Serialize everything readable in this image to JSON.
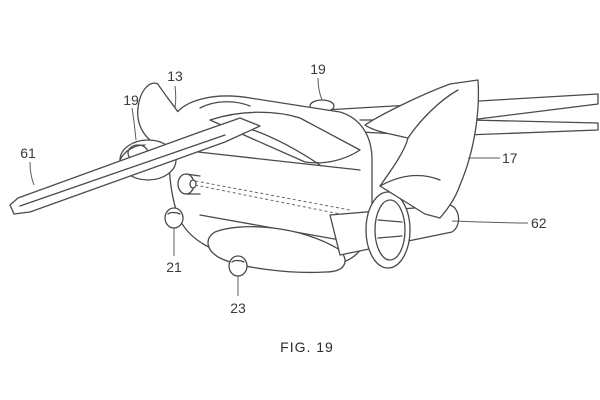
{
  "caption": "FIG. 19",
  "reference_numerals": {
    "left_wing": "61",
    "left_nacelle": "19",
    "fuselage_top": "13",
    "right_nacelle": "19",
    "tail_fin": "17",
    "rear_nacelle": "62",
    "front_gear": "21",
    "rear_gear": "23"
  }
}
